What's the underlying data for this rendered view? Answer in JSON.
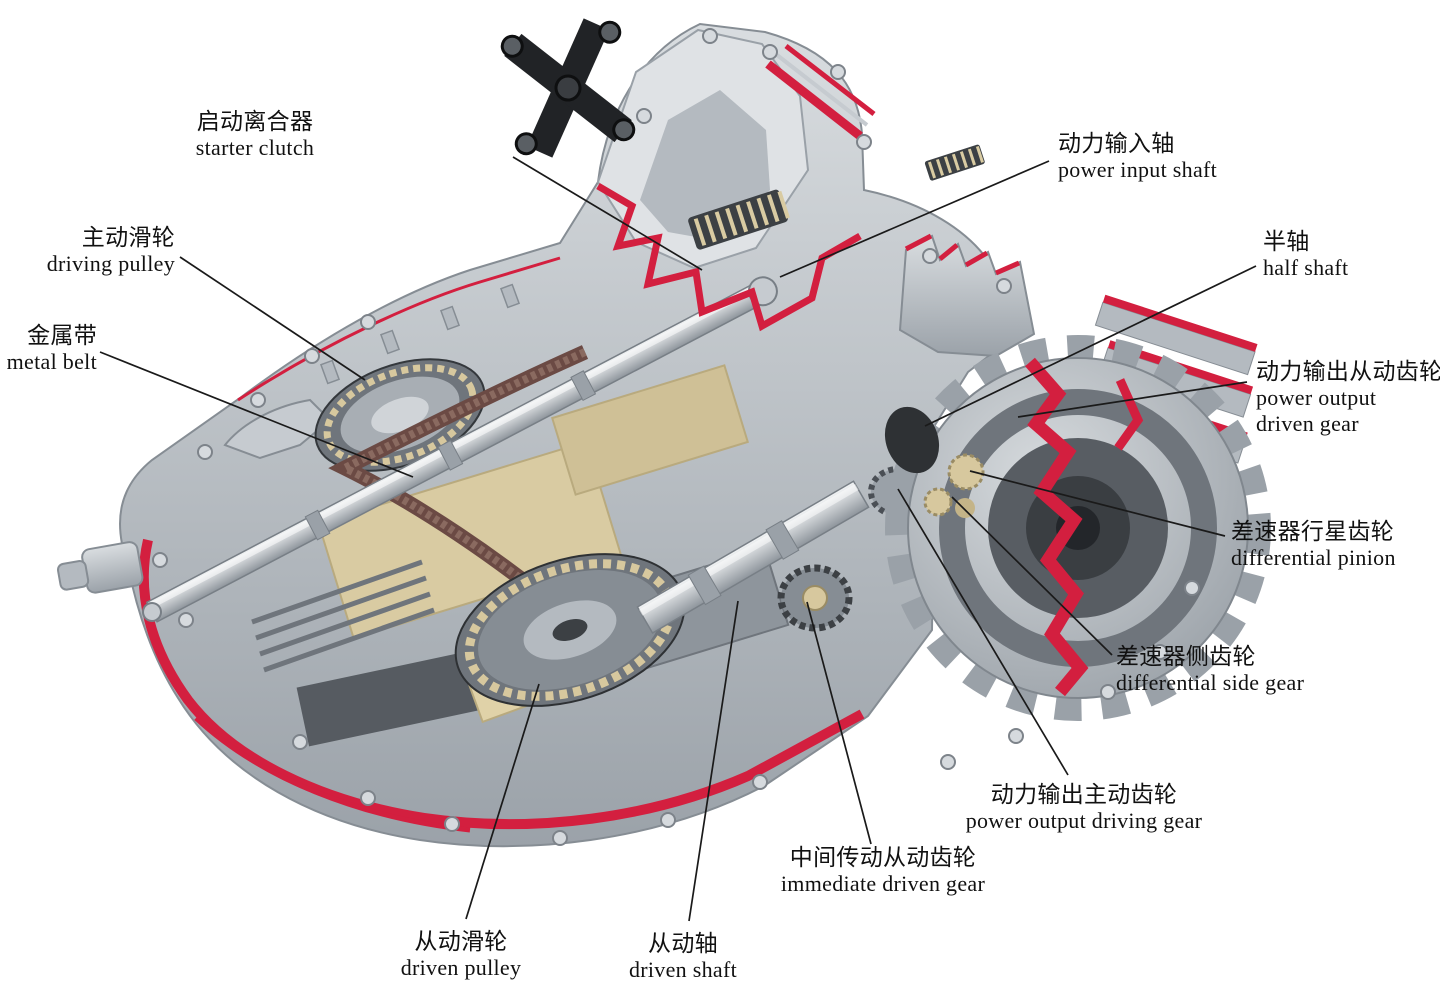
{
  "diagram": {
    "subject": "CVT automatic transmission cutaway",
    "palette": {
      "background": "#ffffff",
      "housing": "#c2c7cc",
      "housing_dark": "#868d94",
      "cut_red": "#d31f3f",
      "internals_tan": "#d9cba2",
      "dark_metal": "#3c4044",
      "leader_line": "#1a1a1a"
    },
    "labels": [
      {
        "id": "starter-clutch",
        "zh": "启动离合器",
        "en": "starter clutch"
      },
      {
        "id": "driving-pulley",
        "zh": "主动滑轮",
        "en": "driving pulley"
      },
      {
        "id": "metal-belt",
        "zh": "金属带",
        "en": "metal belt"
      },
      {
        "id": "power-input-shaft",
        "zh": "动力输入轴",
        "en": "power input shaft"
      },
      {
        "id": "half-shaft",
        "zh": "半轴",
        "en": "half shaft"
      },
      {
        "id": "power-output-driven-gear",
        "zh": "动力输出从动齿轮",
        "en1": "power output",
        "en2": "driven gear"
      },
      {
        "id": "differential-pinion",
        "zh": "差速器行星齿轮",
        "en": "differential pinion"
      },
      {
        "id": "differential-side-gear",
        "zh": "差速器侧齿轮",
        "en": "differential side gear"
      },
      {
        "id": "power-output-driving-gear",
        "zh": "动力输出主动齿轮",
        "en": "power output driving gear"
      },
      {
        "id": "immediate-driven-gear",
        "zh": "中间传动从动齿轮",
        "en": "immediate driven gear"
      },
      {
        "id": "driven-pulley",
        "zh": "从动滑轮",
        "en": "driven pulley"
      },
      {
        "id": "driven-shaft",
        "zh": "从动轴",
        "en": "driven shaft"
      }
    ]
  }
}
